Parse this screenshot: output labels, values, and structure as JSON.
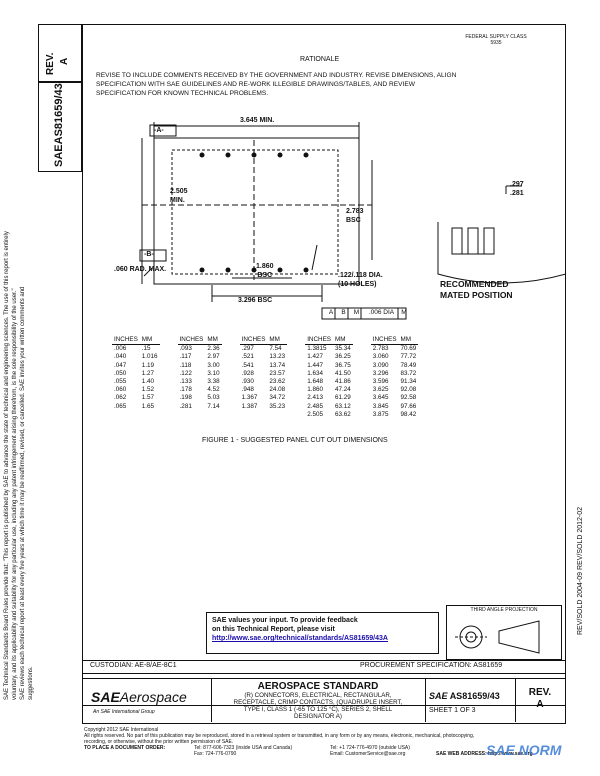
{
  "stamp": {
    "line1": "FEDERAL SUPPLY CLASS",
    "line2": "5935"
  },
  "rev_box": {
    "label": "REV.",
    "value": "A"
  },
  "doc_id": "AS81659/43",
  "sae_logo_text": "SAE",
  "left_margin": {
    "line1": "SAE Technical Standards Board Rules provide that: \"This report is published by SAE to advance the state of technical and engineering sciences. The use of this report is entirely",
    "line2": "voluntary, and its applicability and suitability for any particular use, including any patent infringement arising therefrom, is the sole responsibility of the user.\"",
    "line3": "SAE reviews each technical report at least every five years at which time it may be reaffirmed, revised, or cancelled. SAE invites your written comments and",
    "line4": "suggestions."
  },
  "right_margin": {
    "text": "REV/SOLD 2004-09 REV/SOLD 2012-02"
  },
  "rationale": {
    "heading": "RATIONALE",
    "line1": "REVISE TO INCLUDE COMMENTS RECEIVED BY THE GOVERNMENT AND INDUSTRY. REVISE DIMENSIONS, ALIGN",
    "line2": "SPECIFICATION WITH SAE GUIDELINES AND RE-WORK ILLEGIBLE DRAWINGS/TABLES, AND REVIEW",
    "line3": "SPECIFICATION FOR KNOWN TECHNICAL PROBLEMS."
  },
  "drawing": {
    "datum_a": "-A-",
    "datum_b": "-B-",
    "dim_width": "3.645 MIN.",
    "dim_height_1": "2.505",
    "dim_height_2": "MIN.",
    "dim_inner_1": "2.783",
    "dim_inner_2": "BSC",
    "dim_rad": ".060 RAD. MAX.",
    "dim_1860_1": "1.860",
    "dim_1860_2": "BSC",
    "dim_holes_1": ".122/.118 DIA.",
    "dim_holes_2": "(10 HOLES)",
    "dim_3296": "3.296 BSC",
    "gdt_1": "A",
    "gdt_2": "B",
    "gdt_3": "M",
    "gdt_tol": ".006 DIA",
    "gdt_4": "M",
    "mated_dim_1": ".297",
    "mated_dim_2": ".281",
    "mated_label_1": "RECOMMENDED",
    "mated_label_2": "MATED POSITION"
  },
  "table": {
    "headers": [
      "INCHES",
      "MM",
      "INCHES",
      "MM",
      "INCHES",
      "MM",
      "INCHES",
      "MM",
      "INCHES",
      "MM"
    ],
    "rows": [
      [
        ".006",
        ".15",
        ".093",
        "2.36",
        ".297",
        "7.54",
        "1.3815",
        "35.34",
        "2.783",
        "70.69"
      ],
      [
        ".040",
        "1.016",
        ".117",
        "2.97",
        ".521",
        "13.23",
        "1.427",
        "36.25",
        "3.060",
        "77.72"
      ],
      [
        ".047",
        "1.19",
        ".118",
        "3.00",
        ".541",
        "13.74",
        "1.447",
        "36.75",
        "3.090",
        "78.49"
      ],
      [
        ".050",
        "1.27",
        ".122",
        "3.10",
        ".928",
        "23.57",
        "1.634",
        "41.50",
        "3.296",
        "83.72"
      ],
      [
        ".055",
        "1.40",
        ".133",
        "3.38",
        ".930",
        "23.62",
        "1.648",
        "41.86",
        "3.596",
        "91.34"
      ],
      [
        ".060",
        "1.52",
        ".178",
        "4.52",
        ".948",
        "24.08",
        "1.860",
        "47.24",
        "3.625",
        "92.08"
      ],
      [
        ".062",
        "1.57",
        ".198",
        "5.03",
        "1.367",
        "34.72",
        "2.413",
        "61.29",
        "3.645",
        "92.58"
      ],
      [
        ".065",
        "1.65",
        ".281",
        "7.14",
        "1.387",
        "35.23",
        "2.485",
        "63.12",
        "3.845",
        "97.66"
      ],
      [
        "",
        "",
        "",
        "",
        "",
        "",
        "2.505",
        "63.62",
        "3.875",
        "98.42"
      ]
    ]
  },
  "figure_caption": "FIGURE 1 - SUGGESTED PANEL CUT OUT DIMENSIONS",
  "feedback": {
    "line1": "SAE values your input. To provide feedback",
    "line2": "on this Technical Report, please visit",
    "link": "http://www.sae.org/technical/standards/AS81659/43A"
  },
  "third_angle": "THIRD ANGLE PROJECTION",
  "custodian": "CUSTODIAN: AE-8/AE-8C1",
  "procurement": "PROCUREMENT SPECIFICATION: AS81659",
  "title_block": {
    "logo_sae": "SAE",
    "logo_word": "Aerospace",
    "logo_sub": "An SAE International Group",
    "standard": "AEROSPACE STANDARD",
    "desc_line1": "(R) CONNECTORS, ELECTRICAL, RECTANGULAR,",
    "desc_line2": "RECEPTACLE, CRIMP CONTACTS, (QUADRUPLE INSERT,",
    "desc_line3": "TYPE I, CLASS 1 (-65 TO 125 °C), SERIES 2, SHELL",
    "desc_line4": "DESIGNATOR A)",
    "doc_no": "AS81659/43",
    "sheet": "SHEET 1 OF 3",
    "rev_label": "REV.",
    "rev_value": "A"
  },
  "footer": {
    "copyright": "Copyright 2012 SAE International",
    "rights1": "All rights reserved. No part of this publication may be reproduced, stored in a retrieval system or transmitted, in any form or by any means, electronic, mechanical, photocopying,",
    "rights2": "recording, or otherwise, without the prior written permission of SAE.",
    "order": "TO PLACE A DOCUMENT ORDER:",
    "tel1": "Tel: 877-606-7323 (inside USA and Canada)",
    "fax": "Fax: 724-776-0790",
    "tel2": "Tel: +1 724-776-4970 (outside USA)",
    "email": "Email: CustomerService@sae.org",
    "web": "SAE WEB ADDRESS: http://www.sae.org"
  },
  "watermark": "SAE NORM"
}
